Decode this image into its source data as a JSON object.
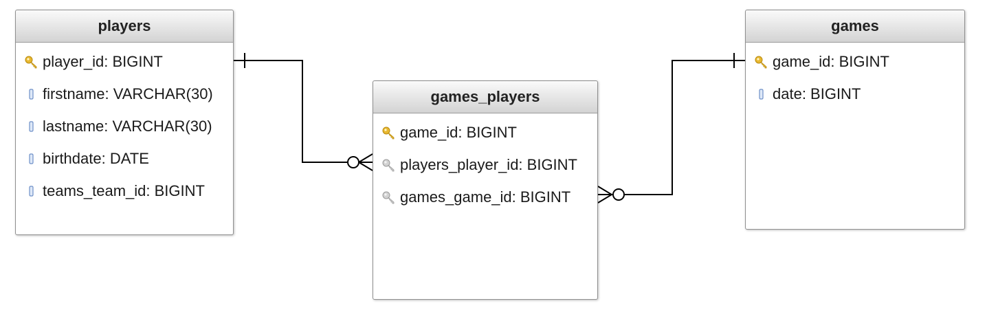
{
  "tables": [
    {
      "name": "players",
      "columns": [
        {
          "label": "player_id: BIGINT",
          "icon": "primary-key-icon"
        },
        {
          "label": "firstname: VARCHAR(30)",
          "icon": "column-icon"
        },
        {
          "label": "lastname: VARCHAR(30)",
          "icon": "column-icon"
        },
        {
          "label": "birthdate: DATE",
          "icon": "column-icon"
        },
        {
          "label": "teams_team_id: BIGINT",
          "icon": "column-icon"
        }
      ]
    },
    {
      "name": "games_players",
      "columns": [
        {
          "label": "game_id: BIGINT",
          "icon": "primary-key-icon"
        },
        {
          "label": "players_player_id: BIGINT",
          "icon": "foreign-key-icon"
        },
        {
          "label": "games_game_id: BIGINT",
          "icon": "foreign-key-icon"
        }
      ]
    },
    {
      "name": "games",
      "columns": [
        {
          "label": "game_id: BIGINT",
          "icon": "primary-key-icon"
        },
        {
          "label": "date: BIGINT",
          "icon": "column-icon"
        }
      ]
    }
  ],
  "relationships": [
    {
      "from": "players.player_id",
      "to": "games_players.players_player_id",
      "from_cardinality": "one",
      "to_cardinality": "zero-or-many"
    },
    {
      "from": "games.game_id",
      "to": "games_players.games_game_id",
      "from_cardinality": "one",
      "to_cardinality": "zero-or-many"
    }
  ],
  "colors": {
    "primary_key": "#e8b830",
    "foreign_key": "#b5b5b5",
    "column": "#6d8fc7",
    "line": "#000000"
  }
}
